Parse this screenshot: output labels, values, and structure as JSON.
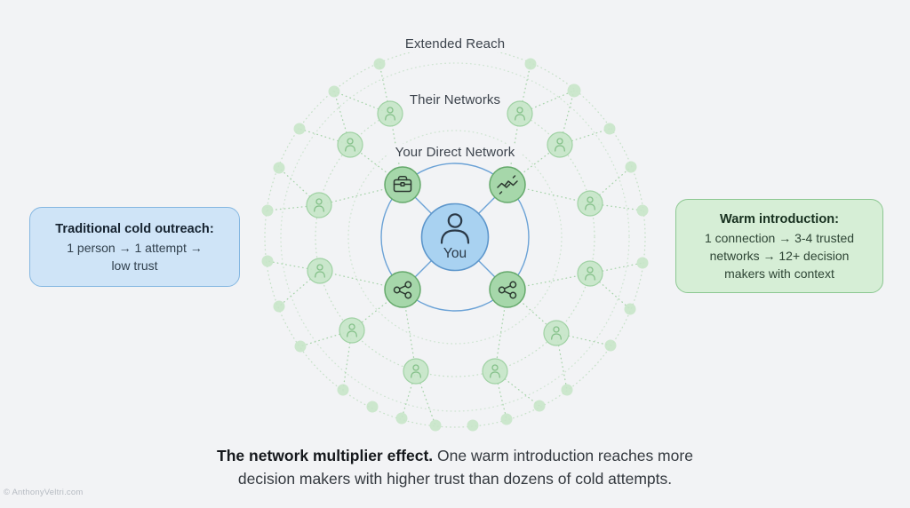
{
  "page": {
    "background_color": "#f2f3f5",
    "watermark": "© AnthonyVeltri.com"
  },
  "diagram": {
    "ring_labels": {
      "outer": "Extended Reach",
      "middle": "Their Networks",
      "inner": "Your Direct Network"
    },
    "center_node": {
      "label": "You",
      "icon": "person-icon",
      "fill": "#a9d2f1",
      "border": "#5d96cb"
    },
    "direct_ring": {
      "node_icons": [
        "briefcase-icon",
        "handshake-icon",
        "share-icon",
        "share-icon"
      ],
      "node_fill": "#a6d7aa",
      "node_border": "#65a96b",
      "ring_color": "#6ba2d6"
    },
    "their_networks_ring": {
      "node_count": 12,
      "node_icon": "person-icon",
      "node_fill": "#c7e6c8",
      "node_border": "#a0d2a4"
    },
    "extended_ring": {
      "dot_count": 24,
      "dot_fill": "#c8e6c9"
    },
    "dotted_line_color": "#a3d2a6"
  },
  "callout_cold": {
    "title": "Traditional cold outreach:",
    "line1": "1 person → 1 attempt →",
    "line2": "low trust",
    "fill": "#cfe4f7",
    "border": "#85b7e1"
  },
  "callout_warm": {
    "title": "Warm introduction:",
    "line1": "1 connection → 3-4 trusted",
    "line2": "networks → 12+ decision",
    "line3": "makers with context",
    "fill": "#d6eed6",
    "border": "#8cc791"
  },
  "caption": {
    "line1_bold": "The network multiplier effect.",
    "line1_rest": " One warm introduction reaches more",
    "line2": "decision makers with higher trust than dozens of cold attempts."
  }
}
